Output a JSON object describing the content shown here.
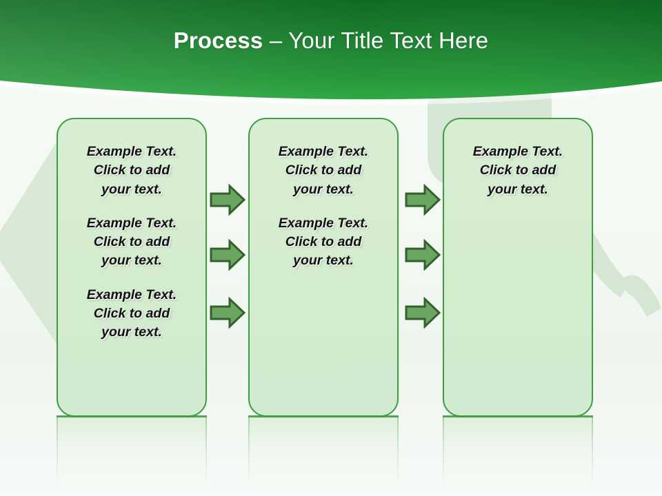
{
  "slide": {
    "title_bold": "Process",
    "title_rest": " – Your Title Text Here",
    "background_color": "#f6faf6",
    "header_color_top": "#1f7a2e",
    "header_color_bottom": "#2da545",
    "box_fill": "#d5ecd0",
    "box_border": "#3f9c43",
    "arrow_fill": "#6ba661",
    "arrow_border": "#3a6b33",
    "text_color": "#121212"
  },
  "boxes": [
    {
      "name": "process-box-1",
      "paragraphs": [
        "Example Text.\nClick  to add\nyour text.",
        "Example Text.\nClick  to add\nyour text.",
        "Example Text.\nClick  to add\nyour text."
      ]
    },
    {
      "name": "process-box-2",
      "paragraphs": [
        "Example Text.\nClick  to add\nyour text.",
        "Example Text.\nClick  to add\nyour text."
      ]
    },
    {
      "name": "process-box-3",
      "paragraphs": [
        "Example Text.\nClick  to add\nyour text."
      ]
    }
  ],
  "connectors": {
    "column_1_count": 3,
    "column_2_count": 3,
    "direction": "right"
  }
}
